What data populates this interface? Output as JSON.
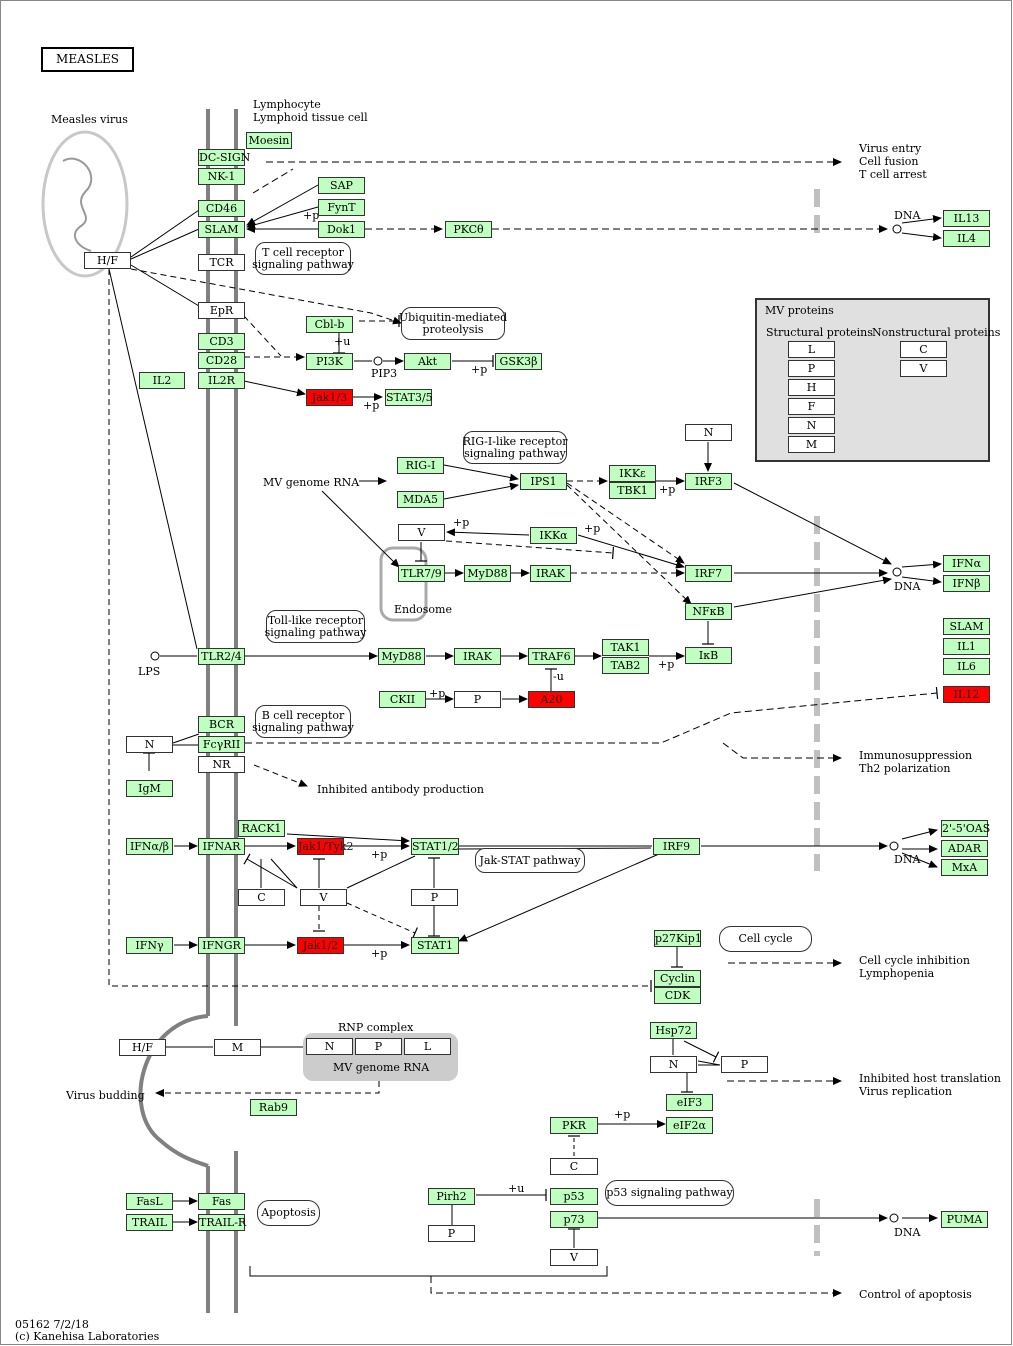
{
  "title": "MEASLES",
  "footer": {
    "line1": "05162 7/2/18",
    "line2": "(c) Kanehisa Laboratories"
  },
  "colors": {
    "expressed": "#bfffbf",
    "highlighted": "#ff0000",
    "mv_box": "#e0e0e0",
    "membrane": "#808080"
  },
  "labels": {
    "measles_virus": "Measles virus",
    "lymphocyte": "Lymphocyte\nLymphoid tissue cell",
    "virus_entry": "Virus entry\nCell fusion\nT cell arrest",
    "dna": "DNA",
    "pip3": "PIP3",
    "mv_genome_rna": "MV genome RNA",
    "endosome": "Endosome",
    "lps": "LPS",
    "inhibited_antibody": "Inhibited antibody production",
    "immunosuppression": "Immunosuppression\nTh2 polarization",
    "cell_cycle_inhibition": "Cell cycle inhibition\nLymphopenia",
    "rnp_complex": "RNP complex",
    "rnp_genome": "MV genome RNA",
    "virus_budding": "Virus budding",
    "inhibited_host": "Inhibited host translation\nVirus replication",
    "control_apoptosis": "Control of apoptosis",
    "p_plus": "+p",
    "u_plus": "+u",
    "u_minus": "-u"
  },
  "pathways": {
    "tcr": "T cell receptor\nsignaling pathway",
    "ubiquitin": "Ubiquitin-mediated\nproteolysis",
    "rigi": "RIG-I-like receptor\nsignaling pathway",
    "tlr": "Toll-like receptor\nsignaling pathway",
    "bcr": "B cell receptor\nsignaling pathway",
    "jakstat": "Jak-STAT pathway",
    "cellcycle": "Cell cycle",
    "apoptosis": "Apoptosis",
    "p53": "p53 signaling pathway"
  },
  "mv_proteins": {
    "title": "MV proteins",
    "structural_label": "Structural proteins",
    "nonstructural_label": "Nonstructural proteins",
    "structural": [
      "L",
      "P",
      "H",
      "F",
      "N",
      "M"
    ],
    "nonstructural": [
      "C",
      "V"
    ]
  },
  "nodes": {
    "moesin": "Moesin",
    "dcsign": "DC-SIGN",
    "nk1": "NK-1",
    "cd46": "CD46",
    "slam": "SLAM",
    "hf": "H/F",
    "sap": "SAP",
    "fynt": "FynT",
    "dok1": "Dok1",
    "pkct": "PKCθ",
    "il13": "IL13",
    "il4": "IL4",
    "tcr": "TCR",
    "epr": "EpR",
    "cblb": "Cbl-b",
    "cd3": "CD3",
    "cd28": "CD28",
    "pi3k": "PI3K",
    "akt": "Akt",
    "gsk3b": "GSK3β",
    "il2": "IL2",
    "il2r": "IL2R",
    "jak13": "Jak1/3",
    "stat35": "STAT3/5",
    "rigi": "RIG-I",
    "mda5": "MDA5",
    "ips1": "IPS1",
    "ikke": "IKKε",
    "tbk1": "TBK1",
    "irf3": "IRF3",
    "n_top": "N",
    "v1": "V",
    "ikka": "IKKα",
    "tlr79": "TLR7/9",
    "myd88a": "MyD88",
    "iraka": "IRAK",
    "irf7": "IRF7",
    "nfkb": "NFκB",
    "ifna": "IFNα",
    "ifnb": "IFNβ",
    "slam_r": "SLAM",
    "il1": "IL1",
    "il6": "IL6",
    "il12": "IL12",
    "tlr24": "TLR2/4",
    "myd88b": "MyD88",
    "irakb": "IRAK",
    "traf6": "TRAF6",
    "tak1": "TAK1",
    "tab2": "TAB2",
    "ikb": "IκB",
    "ckii": "CKII",
    "p_ckii": "P",
    "a20": "A20",
    "bcr": "BCR",
    "fcyrii": "FcγRII",
    "n_bcr": "N",
    "nr": "NR",
    "igm": "IgM",
    "rack1": "RACK1",
    "ifnab": "IFNα/β",
    "ifnar": "IFNAR",
    "jak1tyk2": "Jak1/Tyk2",
    "stat12": "STAT1/2",
    "irf9": "IRF9",
    "oas": "2'-5'OAS",
    "adar": "ADAR",
    "mxa": "MxA",
    "c_jak": "C",
    "v_jak": "V",
    "p_jak": "P",
    "ifng": "IFNγ",
    "ifngr": "IFNGR",
    "jak12": "Jak1/2",
    "stat1": "STAT1",
    "p27": "p27Kip1",
    "cyclin": "Cyclin",
    "cdk": "CDK",
    "hf_bud": "H/F",
    "m_bud": "M",
    "n_rnp": "N",
    "p_rnp": "P",
    "l_rnp": "L",
    "rab9": "Rab9",
    "hsp72": "Hsp72",
    "n_hsp": "N",
    "p_hsp": "P",
    "eif3": "eIF3",
    "pkr": "PKR",
    "eif2a": "eIF2α",
    "c_pkr": "C",
    "fasl": "FasL",
    "fas": "Fas",
    "trail": "TRAIL",
    "trailr": "TRAIL-R",
    "pirh2": "Pirh2",
    "p_pirh": "P",
    "p53": "p53",
    "p73": "p73",
    "v_p73": "V",
    "puma": "PUMA"
  }
}
